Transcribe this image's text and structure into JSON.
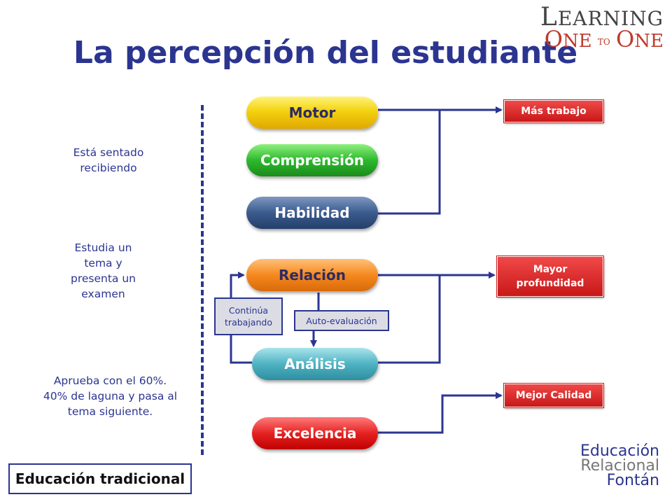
{
  "title": "La percepción del estudiante",
  "logo": {
    "line1_cap": "L",
    "line1_rest": "EARNING",
    "line2_cap1": "O",
    "line2_rest1": "NE",
    "line2_to": "TO",
    "line2_cap2": "O",
    "line2_rest2": "NE"
  },
  "left_notes": [
    "Está sentado recibiendo",
    "Estudia un tema y presenta un examen",
    "Aprueba con el 60%. 40% de laguna y pasa al tema siguiente."
  ],
  "ovals": {
    "motor": "Motor",
    "comprension": "Comprensión",
    "habilidad": "Habilidad",
    "relacion": "Relación",
    "analisis": "Análisis",
    "excelencia": "Excelencia"
  },
  "results": {
    "mas_trabajo": "Más trabajo",
    "mayor_profundidad": "Mayor profundidad",
    "mejor_calidad": "Mejor Calidad"
  },
  "loop": {
    "continua": "Continúa trabajando",
    "auto": "Auto-evaluación"
  },
  "footer": {
    "traditional": "Educación tradicional",
    "brand_line1_cap": "E",
    "brand_line1_rest": "ducación",
    "brand_line2_cap": "R",
    "brand_line2_rest": "elacional",
    "brand_line3_cap": "F",
    "brand_line3_rest": "ontán"
  },
  "colors": {
    "primary": "#2b3590",
    "red": "#c81818"
  }
}
